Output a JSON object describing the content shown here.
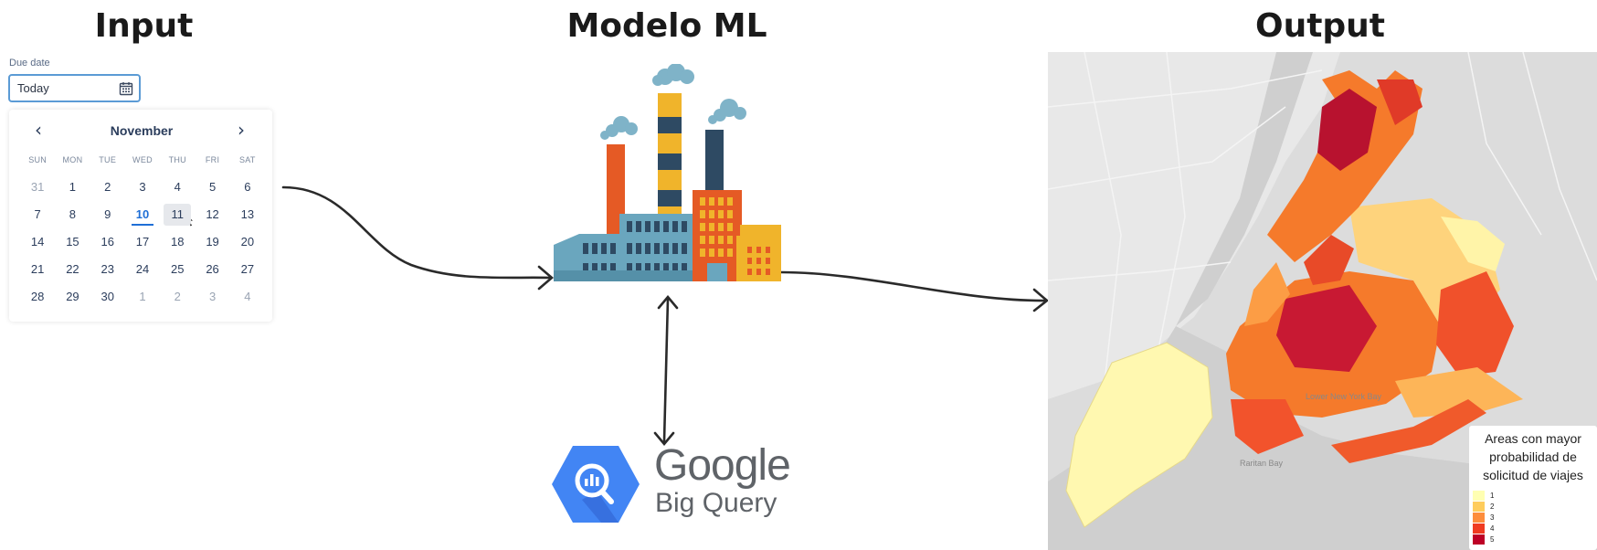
{
  "headings": {
    "input": "Input",
    "model": "Modelo ML",
    "output": "Output"
  },
  "date_picker": {
    "label": "Due date",
    "value": "Today",
    "month": "November",
    "prev": "‹",
    "next": "›",
    "weekdays": [
      "SUN",
      "MON",
      "TUE",
      "WED",
      "THU",
      "FRI",
      "SAT"
    ],
    "weeks": [
      [
        "31",
        "1",
        "2",
        "3",
        "4",
        "5",
        "6"
      ],
      [
        "7",
        "8",
        "9",
        "10",
        "11",
        "12",
        "13"
      ],
      [
        "14",
        "15",
        "16",
        "17",
        "18",
        "19",
        "20"
      ],
      [
        "21",
        "22",
        "23",
        "24",
        "25",
        "26",
        "27"
      ],
      [
        "28",
        "29",
        "30",
        "1",
        "2",
        "3",
        "4"
      ]
    ],
    "today": "10",
    "hovered": "11",
    "accent_color": "#1f6fd6"
  },
  "bigquery": {
    "brand": "Google",
    "product": "Big Query",
    "icon": "bigquery-icon",
    "color": "#4285f4"
  },
  "map": {
    "places": [
      "Lower New York Bay",
      "Raritan Bay"
    ],
    "legend": {
      "title_lines": [
        "Areas con mayor",
        "probabilidad de",
        "solicitud de viajes"
      ],
      "items": [
        {
          "label": "1",
          "color": "#ffffb2"
        },
        {
          "label": "2",
          "color": "#fecc5c"
        },
        {
          "label": "3",
          "color": "#fd8d3c"
        },
        {
          "label": "4",
          "color": "#f03b20"
        },
        {
          "label": "5",
          "color": "#bd0026"
        }
      ]
    }
  }
}
